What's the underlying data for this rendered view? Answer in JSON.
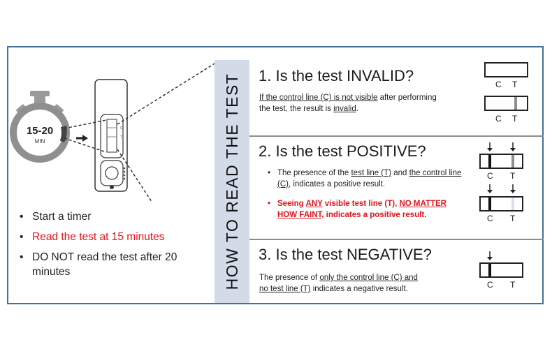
{
  "illustration": {
    "timer_label": "15-20",
    "timer_unit": "MIN",
    "cassette_c": "C",
    "cassette_t": "T"
  },
  "steps": [
    "Start a timer",
    "Read the test at 15 minutes",
    "DO NOT read the test after 20 minutes"
  ],
  "side_title": "HOW TO READ THE TEST",
  "sections": {
    "invalid": {
      "title": "1. Is the test INVALID?",
      "text_a": "If the control line (C) is not visible",
      "text_b": " after performing the test, the result is ",
      "text_c": "invalid",
      "text_d": "."
    },
    "positive": {
      "title": "2. Is the test POSITIVE?",
      "b1_a": "The presence of the ",
      "b1_b": "test line (T)",
      "b1_c": " and ",
      "b1_d": "the control line (C)",
      "b1_e": ", indicates a positive result.",
      "b2_a": "Seeing ",
      "b2_b": "ANY",
      "b2_c": " visible test line (T), ",
      "b2_d": "NO MATTER HOW FAINT",
      "b2_e": ", indicates a positive result."
    },
    "negative": {
      "title": "3. Is the test NEGATIVE?",
      "text_a": "The presence of ",
      "text_b": "only the control line (C) and no test line (T)",
      "text_c": " indicates a negative result."
    }
  },
  "strip_labels": {
    "c": "C",
    "t": "T"
  },
  "colors": {
    "border": "#41719c",
    "accent_red": "#e0141e",
    "band": "#d3dae8",
    "timer_grey": "#8f8f8f"
  }
}
